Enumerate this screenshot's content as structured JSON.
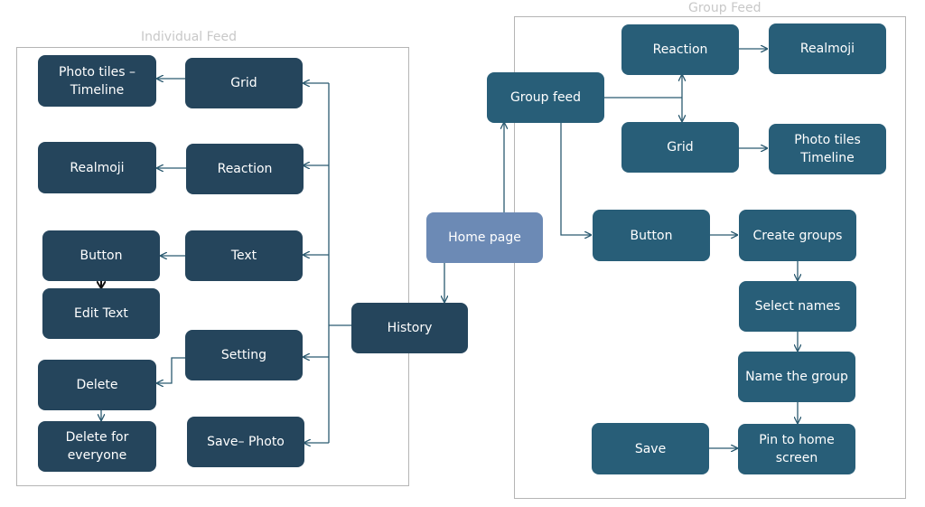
{
  "frames": {
    "individual_feed": {
      "title": "Individual Feed"
    },
    "group_feed": {
      "title": "Group Feed"
    }
  },
  "nodes": {
    "home_page": "Home page",
    "history": "History",
    "ind_grid": "Grid",
    "photo_tiles_timeline_left": "Photo tiles –\nTimeline",
    "ind_reaction": "Reaction",
    "realmoji_left": "Realmoji",
    "ind_text": "Text",
    "ind_button": "Button",
    "edit_text": "Edit Text",
    "setting": "Setting",
    "delete": "Delete",
    "delete_for_everyone": "Delete for\neveryone",
    "save_photo": "Save– Photo",
    "group_feed": "Group feed",
    "grp_reaction": "Reaction",
    "realmoji_right": "Realmoji",
    "grp_grid": "Grid",
    "photo_tiles_timeline_right": "Photo tiles\nTimeline",
    "grp_button": "Button",
    "create_groups": "Create groups",
    "select_names": "Select names",
    "name_the_group": "Name the group",
    "pin_to_home": "Pin to home\nscreen",
    "save": "Save"
  },
  "colors": {
    "dark_node": "#25455c",
    "teal_node": "#285e78",
    "home_node": "#6c8ab5",
    "connector": "#2b5a70",
    "frame_border": "#b5b5b5",
    "frame_title": "#c8c8c8"
  }
}
